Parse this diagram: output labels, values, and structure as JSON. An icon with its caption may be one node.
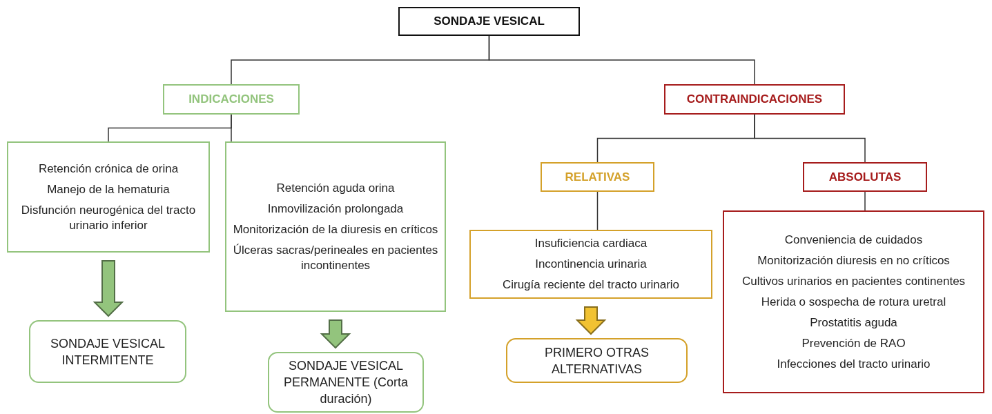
{
  "diagram": {
    "nodes": [
      {
        "text": [
          "SONDAJE VESICAL"
        ]
      },
      {
        "text": [
          "INDICACIONES"
        ]
      },
      {
        "text": [
          "CONTRAINDICACIONES"
        ]
      },
      {
        "text": [
          "Retención crónica de orina",
          "Manejo de la hematuria",
          "Disfunción neurogénica del tracto urinario inferior"
        ]
      },
      {
        "text": [
          "Retención aguda orina",
          "Inmovilización prolongada",
          "Monitorización de la diuresis en críticos",
          "Úlceras sacras/perineales en pacientes incontinentes"
        ]
      },
      {
        "text": [
          "SONDAJE VESICAL INTERMITENTE"
        ]
      },
      {
        "text": [
          "SONDAJE VESICAL PERMANENTE (Corta duración)"
        ]
      },
      {
        "text": [
          "RELATIVAS"
        ]
      },
      {
        "text": [
          "ABSOLUTAS"
        ]
      },
      {
        "text": [
          "Insuficiencia cardiaca",
          "Incontinencia urinaria",
          "Cirugía reciente del tracto urinario"
        ]
      },
      {
        "text": [
          "PRIMERO OTRAS ALTERNATIVAS"
        ]
      },
      {
        "text": [
          "Conveniencia de cuidados",
          "Monitorización diuresis en no críticos",
          "Cultivos urinarios en pacientes continentes",
          "Herida o sospecha de rotura uretral",
          "Prostatitis aguda",
          "Prevención de RAO",
          "Infecciones del tracto urinario"
        ]
      }
    ],
    "edges": [
      {
        "from": 0,
        "to": 1,
        "arrow": "none"
      },
      {
        "from": 0,
        "to": 2,
        "arrow": "none"
      },
      {
        "from": 1,
        "to": 3,
        "arrow": "none"
      },
      {
        "from": 1,
        "to": 4,
        "arrow": "none"
      },
      {
        "from": 2,
        "to": 7,
        "arrow": "none"
      },
      {
        "from": 2,
        "to": 8,
        "arrow": "none"
      },
      {
        "from": 7,
        "to": 9,
        "arrow": "none"
      },
      {
        "from": 8,
        "to": 11,
        "arrow": "none"
      },
      {
        "from": 3,
        "to": 5,
        "arrow": "to",
        "style": "thick",
        "color": "#93c47d"
      },
      {
        "from": 4,
        "to": 6,
        "arrow": "to",
        "style": "thick",
        "color": "#93c47d"
      },
      {
        "from": 9,
        "to": 10,
        "arrow": "to",
        "style": "thick",
        "color": "#f1c232"
      }
    ]
  }
}
